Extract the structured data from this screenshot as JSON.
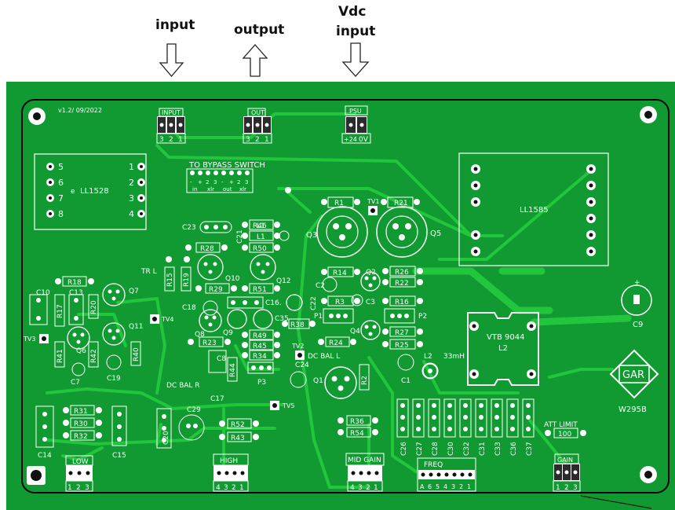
{
  "arrows": {
    "input": "input",
    "output": "output",
    "vdc_line1": "Vdc",
    "vdc_line2": "input"
  },
  "board": {
    "version": "v1.2/ 09/2022",
    "model": "W295B",
    "logo": "GAR",
    "colors": {
      "pcb": "#119a32",
      "trace": "#22c63c",
      "silk": "#ffffff",
      "outline": "#000000"
    }
  },
  "connectors": {
    "input": {
      "label": "INPUT",
      "pins": [
        "3",
        "2",
        "1"
      ]
    },
    "out": {
      "label": "OUT",
      "pins": [
        "3",
        "2",
        "1"
      ]
    },
    "psu": {
      "label": "PSU",
      "pins": [
        "+24",
        "0V"
      ]
    },
    "low": {
      "label": "LOW",
      "pins": [
        "1",
        "2",
        "3"
      ]
    },
    "high": {
      "label": "HIGH",
      "pins": [
        "4",
        "3",
        "2",
        "1"
      ]
    },
    "mid_gain": {
      "label": "MID GAIN",
      "pins": [
        "4",
        "3",
        "2",
        "1"
      ]
    },
    "freq": {
      "label": "FREQ",
      "pins": [
        "A",
        "6",
        "5",
        "4",
        "3",
        "2",
        "1"
      ]
    },
    "gain": {
      "label": "GAIN",
      "pins": [
        "1",
        "2",
        "3"
      ]
    }
  },
  "bypass": {
    "title": "TO BYPASS SWITCH",
    "row1": [
      "-",
      "+",
      "2",
      "3",
      "-",
      "+",
      "2",
      "3"
    ],
    "row2": [
      "in",
      "xlr",
      "out",
      "xlr"
    ]
  },
  "transformers": {
    "ll1528": {
      "label": "LL1528",
      "left_pins": [
        "5",
        "6",
        "7",
        "8"
      ],
      "right_pins": [
        "1",
        "2",
        "3",
        "4"
      ],
      "tag": "e"
    },
    "ll1585": {
      "label": "LL1585"
    },
    "vtb": {
      "label": "VTB 9044",
      "sub": "L2"
    }
  },
  "labels": {
    "tr_l": "TR L",
    "dc_bal_r": "DC BAL R",
    "dc_bal_l": "DC BAL L",
    "l2_value": "33mH",
    "att_limit": "ATT LIMIT",
    "att_value": "100",
    "l2": "L2",
    "l1": "L1",
    "p1": "P1",
    "p2": "P2",
    "p3": "P3"
  },
  "resistors": [
    "R1",
    "R21",
    "R46",
    "R50",
    "R28",
    "R29",
    "R51",
    "R14",
    "R22",
    "R26",
    "R3",
    "R16",
    "R38",
    "R27",
    "R24",
    "R25",
    "R18",
    "R23",
    "R49",
    "R45",
    "R34",
    "R31",
    "R30",
    "R32",
    "R52",
    "R43",
    "R36",
    "R54",
    "R2",
    "R44",
    "R17",
    "R20",
    "R41",
    "R42",
    "R40",
    "R15",
    "R19"
  ],
  "capacitors": [
    "C23",
    "C21",
    "C18",
    "C16.",
    "C22",
    "C35",
    "C2",
    "C3",
    "C8",
    "C24",
    "C17",
    "C1",
    "C9",
    "C10",
    "C13",
    "C7",
    "C19",
    "C29",
    "C20",
    "C14",
    "C15",
    "C26",
    "C27",
    "C28",
    "C30",
    "C32",
    "C31",
    "C33",
    "C36",
    "C37"
  ],
  "transistors": [
    "Q3",
    "Q5",
    "Q2",
    "Q4",
    "Q1",
    "Q7",
    "Q6",
    "Q11",
    "Q10",
    "Q12",
    "Q8",
    "Q9"
  ],
  "testpoints": [
    "TV1",
    "TV2",
    "TV3",
    "TV4",
    "TV5"
  ]
}
